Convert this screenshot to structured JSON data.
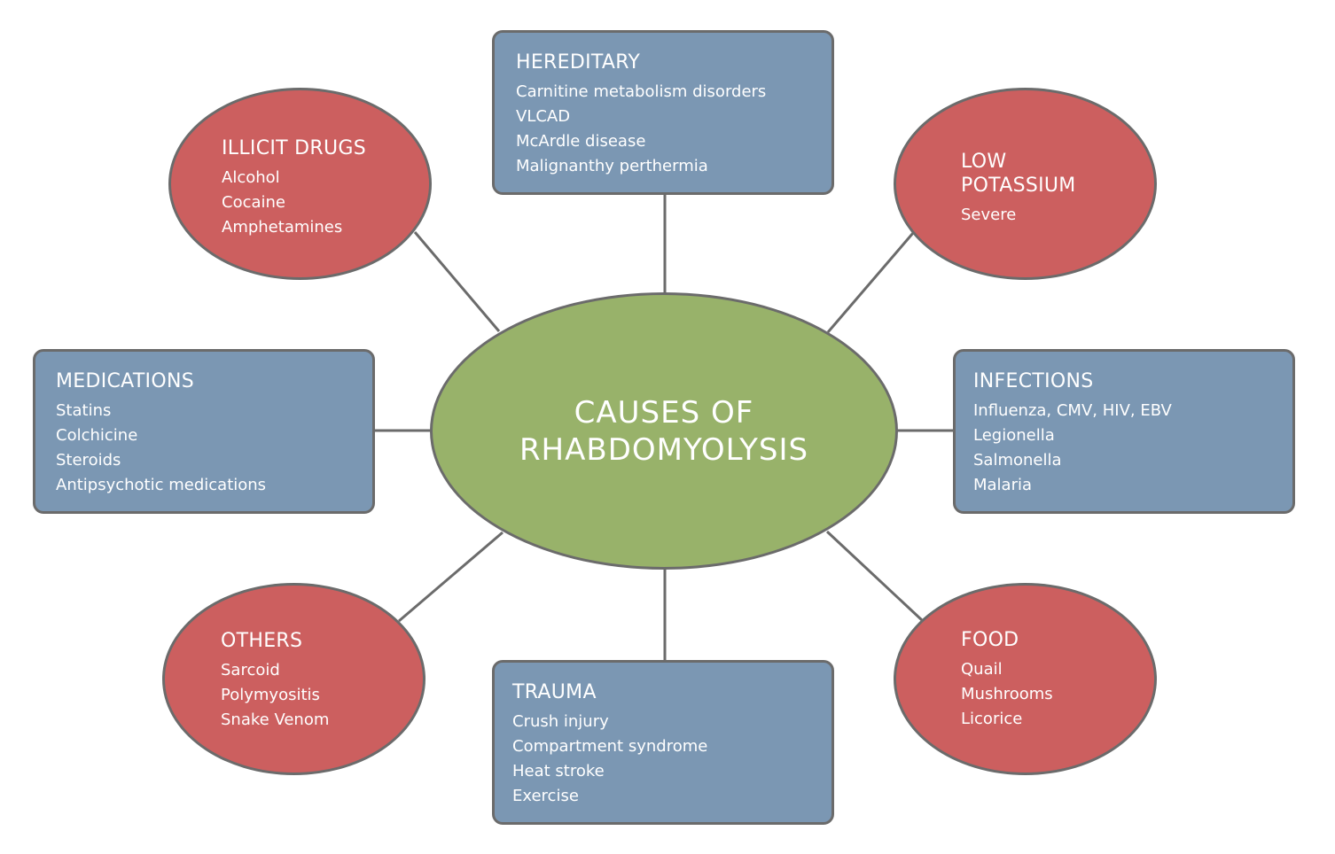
{
  "center": {
    "title": "CAUSES OF RHABDOMYOLYSIS"
  },
  "nodes": {
    "hereditary": {
      "title": "HEREDITARY",
      "items": [
        "Carnitine metabolism disorders",
        "VLCAD",
        "McArdle disease",
        "Malignanthy perthermia"
      ]
    },
    "illicit_drugs": {
      "title": "ILLICIT DRUGS",
      "items": [
        "Alcohol",
        "Cocaine",
        "Amphetamines"
      ]
    },
    "low_potassium": {
      "title": "LOW POTASSIUM",
      "items": [
        "Severe"
      ]
    },
    "medications": {
      "title": "MEDICATIONS",
      "items": [
        "Statins",
        "Colchicine",
        "Steroids",
        "Antipsychotic medications"
      ]
    },
    "infections": {
      "title": "INFECTIONS",
      "items": [
        "Influenza, CMV, HIV, EBV",
        "Legionella",
        "Salmonella",
        "Malaria"
      ]
    },
    "others": {
      "title": "OTHERS",
      "items": [
        "Sarcoid",
        "Polymyositis",
        "Snake Venom"
      ]
    },
    "trauma": {
      "title": "TRAUMA",
      "items": [
        "Crush injury",
        "Compartment syndrome",
        "Heat stroke",
        "Exercise"
      ]
    },
    "food": {
      "title": "FOOD",
      "items": [
        "Quail",
        "Mushrooms",
        "Licorice"
      ]
    }
  },
  "colors": {
    "box_fill": "#7b97b3",
    "ellipse_fill": "#cc5f5f",
    "center_fill": "#98b26a",
    "outline": "#6b6b6b",
    "text": "#ffffff"
  }
}
